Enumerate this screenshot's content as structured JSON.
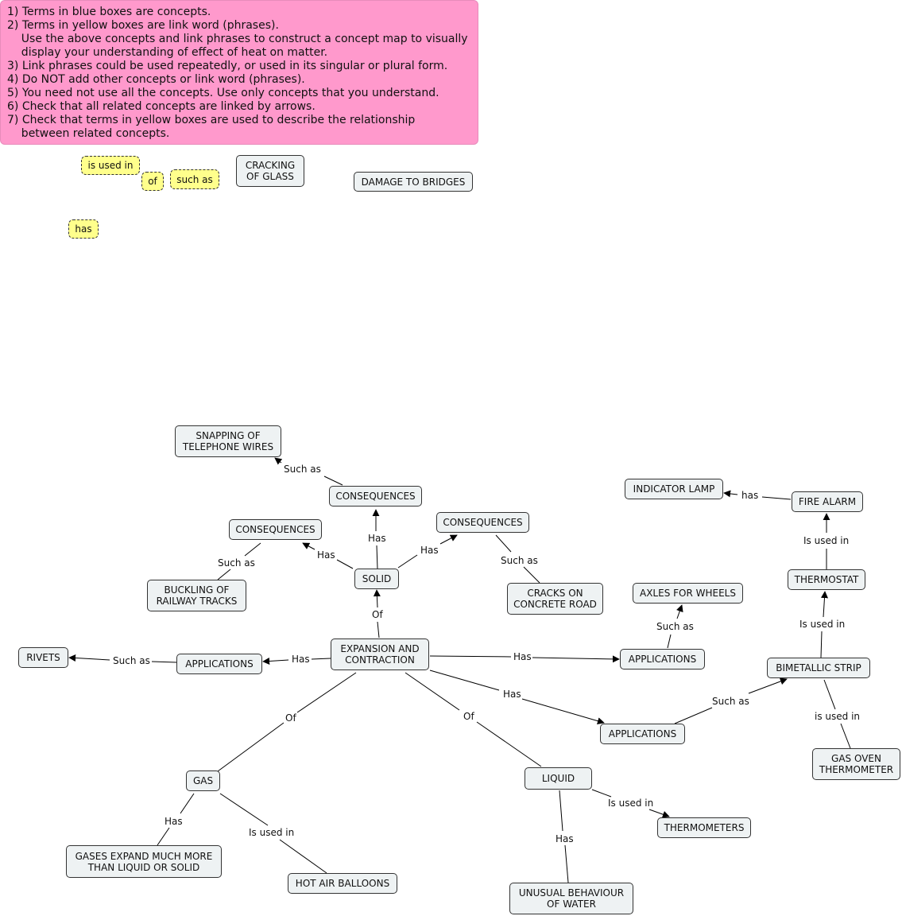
{
  "instructions": [
    "1) Terms in blue boxes are concepts.",
    "2) Terms in yellow boxes are link word (phrases).",
    "    Use the above concepts and link phrases to construct a concept map to visually",
    "    display your understanding of effect of heat on matter.",
    "3) Link phrases could be used repeatedly, or used in its singular or plural form.",
    "4) Do NOT add other concepts or link word (phrases).",
    "5) You need not use all the concepts. Use only concepts that you understand.",
    "6) Check that all related concepts are linked by arrows.",
    "7) Check that terms in yellow boxes are used to describe the relationship",
    "    between related concepts."
  ],
  "palette": {
    "is_used_in": "is used in",
    "of": "of",
    "such_as": "such as",
    "has": "has",
    "cracking_of_glass": "CRACKING\nOF GLASS",
    "damage_to_bridges": "DAMAGE TO BRIDGES"
  },
  "concepts": {
    "snapping": "SNAPPING OF\nTELEPHONE WIRES",
    "consequences_top": "CONSEQUENCES",
    "consequences_left": "CONSEQUENCES",
    "consequences_right": "CONSEQUENCES",
    "buckling": "BUCKLING OF\nRAILWAY TRACKS",
    "solid": "SOLID",
    "cracks_road": "CRACKS ON\nCONCRETE ROAD",
    "indicator_lamp": "INDICATOR LAMP",
    "fire_alarm": "FIRE ALARM",
    "thermostat": "THERMOSTAT",
    "axles": "AXLES FOR WHEELS",
    "rivets": "RIVETS",
    "applications_left": "APPLICATIONS",
    "expansion": "EXPANSION AND\nCONTRACTION",
    "applications_axles": "APPLICATIONS",
    "bimetallic": "BIMETALLIC STRIP",
    "applications_bimetallic": "APPLICATIONS",
    "gas_oven": "GAS OVEN\nTHERMOMETER",
    "gas": "GAS",
    "liquid": "LIQUID",
    "thermometers": "THERMOMETERS",
    "gases_expand": "GASES EXPAND MUCH MORE\nTHAN LIQUID OR SOLID",
    "hot_air": "HOT AIR BALLOONS",
    "unusual_water": "UNUSUAL BEHAVIOUR\nOF WATER"
  },
  "links": {
    "snapping": "Such as",
    "cons_top": "Has",
    "cons_left": "Has",
    "cons_right": "Has",
    "buckling": "Such as",
    "cracks_road": "Such as",
    "indicator": "has",
    "fire_alarm": "Is used in",
    "thermostat": "Is used in",
    "axles": "Such as",
    "solid": "Of",
    "rivets": "Such as",
    "app_left": "Has",
    "app_axles": "Has",
    "app_bimetallic": "Has",
    "bimetallic": "Such as",
    "gas_oven": "is used in",
    "gas": "Of",
    "liquid": "Of",
    "thermometers": "Is used in",
    "gases_expand": "Has",
    "hot_air": "Is used in",
    "unusual_water": "Has"
  }
}
